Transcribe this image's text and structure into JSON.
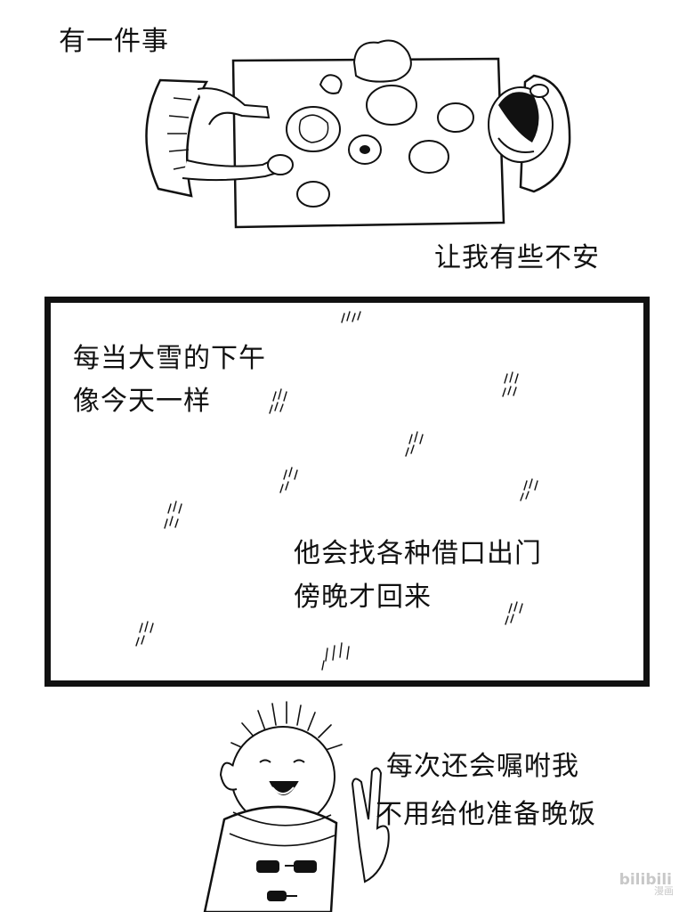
{
  "panel1": {
    "caption_top": "有一件事",
    "caption_bottom": "让我有些不安"
  },
  "panel2": {
    "caption_1": "每当大雪的下午",
    "caption_2": "像今天一样",
    "caption_3": "他会找各种借口出门",
    "caption_4": "傍晚才回来"
  },
  "panel3": {
    "caption_1": "每次还会嘱咐我",
    "caption_2": "不用给他准备晚饭"
  },
  "watermark": {
    "logo": "bilibili",
    "sub": "漫画"
  }
}
